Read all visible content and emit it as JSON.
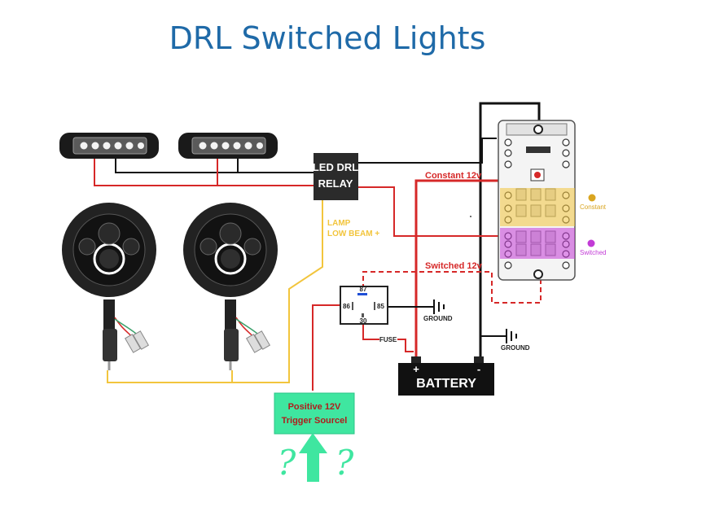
{
  "title": "DRL Switched Lights",
  "relay_led": {
    "line1": "LED DRL",
    "line2": "RELAY"
  },
  "lamp_label": {
    "line1": "LAMP",
    "line2": "LOW BEAM +"
  },
  "constant_wire_label": "Constant 12v",
  "switched_wire_label": "Switched 12v",
  "relay_pins": {
    "p87": "87",
    "p86": "86",
    "p85": "85",
    "p30": "30"
  },
  "ground_label": "GROUND",
  "fuse_label": "FUSE",
  "battery": {
    "label": "BATTERY",
    "plus": "+",
    "minus": "-"
  },
  "trigger": {
    "line1": "Positive 12V",
    "line2": "Trigger Sourcel"
  },
  "question_mark": "?",
  "fuse_block_legend": {
    "constant": "Constant",
    "switched": "Switched"
  },
  "colors": {
    "title": "#1f6aa8",
    "constant_wire": "#d62828",
    "lamp_wire": "#f2c53d",
    "switched_wire": "#d62828",
    "trigger_box": "#3fe6a0",
    "constant_highlight": "#f2c53d",
    "switched_highlight": "#c23bd6"
  }
}
